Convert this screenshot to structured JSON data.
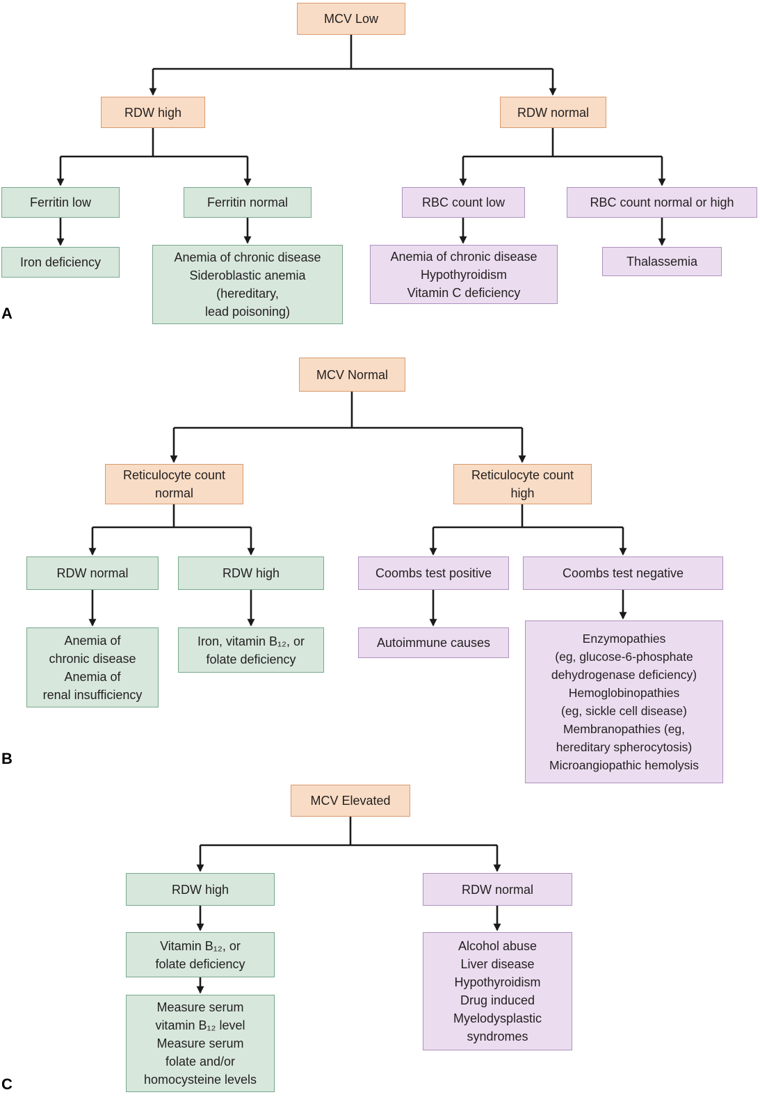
{
  "figure": {
    "section_a_label": "A",
    "section_b_label": "B",
    "section_c_label": "C"
  },
  "colors": {
    "orange_fill": "#F8DCC5",
    "orange_border": "#D89A6E",
    "green_fill": "#D7E7DC",
    "green_border": "#76A78C",
    "purple_fill": "#EBDDEF",
    "purple_border": "#AD90BD",
    "line_color": "#1A1A1A",
    "text_color": "#231F20",
    "bg_color": "#FFFFFF"
  },
  "nodes": {
    "a_mcv_low": "MCV Low",
    "a_rdw_high": "RDW high",
    "a_rdw_normal": "RDW normal",
    "a_ferritin_low": "Ferritin low",
    "a_ferritin_normal": "Ferritin normal",
    "a_iron_deficiency": "Iron deficiency",
    "a_acd_sideroblastic": "Anemia of chronic disease\nSideroblastic anemia\n(hereditary,\nlead poisoning)",
    "a_rbc_count_low": "RBC count low",
    "a_rbc_count_normal_high": "RBC count normal or high",
    "a_acd_hypothyroid": "Anemia of chronic disease\nHypothyroidism\nVitamin C deficiency",
    "a_thalassemia": "Thalassemia",
    "b_mcv_normal": "MCV Normal",
    "b_retic_normal": "Reticulocyte count\nnormal",
    "b_retic_high": "Reticulocyte count\nhigh",
    "b_rdw_normal": "RDW normal",
    "b_rdw_high": "RDW high",
    "b_acd_renal": "Anemia of\nchronic disease\nAnemia of\nrenal insufficiency",
    "b_iron_b12_folate": "Iron, vitamin B₁₂, or\nfolate deficiency",
    "b_coombs_positive": "Coombs test positive",
    "b_coombs_negative": "Coombs test negative",
    "b_autoimmune": "Autoimmune causes",
    "b_hemolysis_causes": "Enzymopathies\n(eg, glucose-6-phosphate\ndehydrogenase deficiency)\nHemoglobinopathies\n(eg, sickle cell disease)\nMembranopathies (eg,\nhereditary spherocytosis)\nMicroangiopathic hemolysis",
    "c_mcv_elevated": "MCV Elevated",
    "c_rdw_high": "RDW high",
    "c_rdw_normal": "RDW normal",
    "c_b12_folate": "Vitamin B₁₂, or\nfolate deficiency",
    "c_measure_serum": "Measure serum\nvitamin B₁₂ level\nMeasure serum\nfolate and/or\nhomocysteine levels",
    "c_macrocytic_causes": "Alcohol abuse\nLiver disease\nHypothyroidism\nDrug induced\nMyelodysplastic\nsyndromes"
  }
}
